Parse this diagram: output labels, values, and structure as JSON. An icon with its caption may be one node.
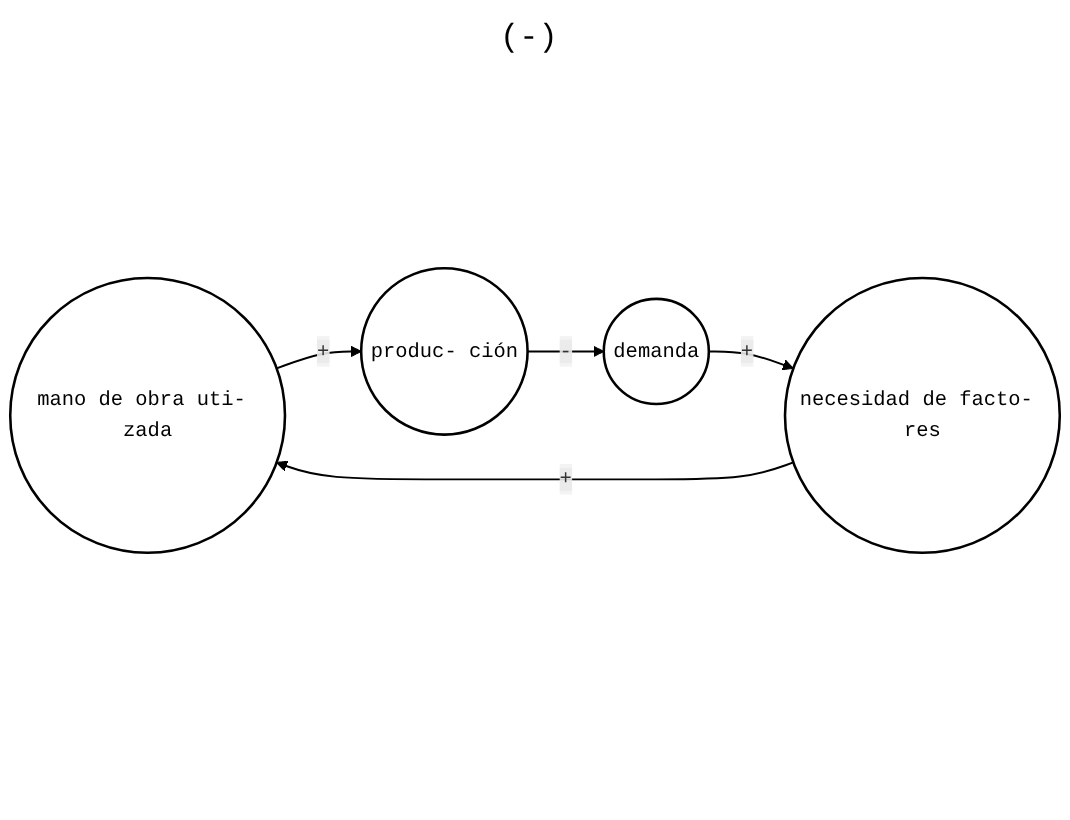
{
  "diagram": {
    "nodes": [
      {
        "text": [
          "mano de obra uti- zada"
        ]
      },
      {
        "text": [
          "produc- ción"
        ]
      },
      {
        "text": [
          "demanda"
        ]
      },
      {
        "text": [
          "necesidad de facto- res"
        ]
      }
    ],
    "edges": [
      {
        "from": 0,
        "to": 1,
        "arrow": "to",
        "label": "+"
      },
      {
        "from": 1,
        "to": 2,
        "arrow": "to",
        "label": "-"
      },
      {
        "from": 2,
        "to": 3,
        "arrow": "to",
        "label": "+"
      },
      {
        "from": 3,
        "to": 0,
        "arrow": "to",
        "label": "+"
      }
    ],
    "labels": [
      "(-)"
    ]
  }
}
